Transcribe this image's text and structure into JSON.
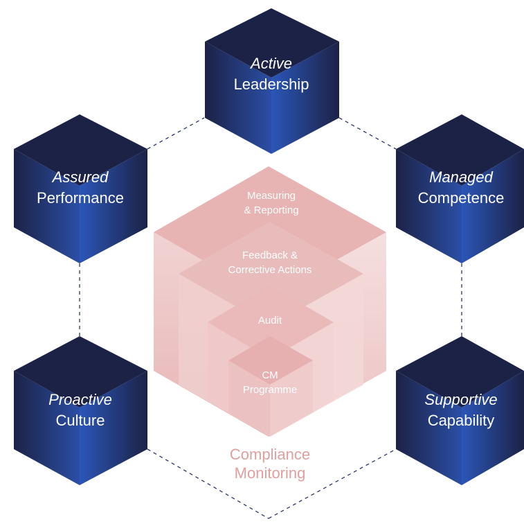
{
  "pillars": [
    {
      "id": "leadership",
      "italic": "Active",
      "plain": "Leadership"
    },
    {
      "id": "performance",
      "italic": "Assured",
      "plain": "Performance"
    },
    {
      "id": "competence",
      "italic": "Managed",
      "plain": "Competence"
    },
    {
      "id": "culture",
      "italic": "Proactive",
      "plain": "Culture"
    },
    {
      "id": "capability",
      "italic": "Supportive",
      "plain": "Capability"
    }
  ],
  "center": {
    "layers": [
      {
        "id": "measuring",
        "lines": [
          "Measuring",
          "& Reporting"
        ]
      },
      {
        "id": "feedback",
        "lines": [
          "Feedback &",
          "Corrective Actions"
        ]
      },
      {
        "id": "audit",
        "lines": [
          "Audit"
        ]
      },
      {
        "id": "cm",
        "lines": [
          "CM",
          "Programme"
        ]
      }
    ],
    "title": [
      "Compliance",
      "Monitoring"
    ]
  },
  "colors": {
    "cube_top": "#1c2246",
    "cube_left_dark": "#1c2246",
    "cube_left_light": "#2a4a9c",
    "cube_right_light": "#2b56b8",
    "cube_right_dark": "#1c2246",
    "pink_top": "#e7b3b3",
    "pink_side": "#f3d9d9",
    "pink_text": "#df9f9f",
    "dashes": "#2a3566"
  }
}
